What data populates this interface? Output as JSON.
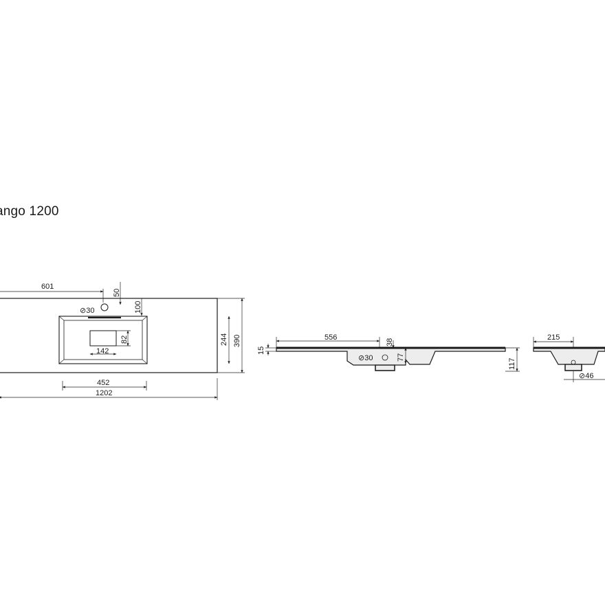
{
  "title": "ango 1200",
  "dimensions": {
    "top_width_full": "1202",
    "hole_offset": "601",
    "hole_edge": "50",
    "hole_diameter": "⊘30",
    "bowl_offset": "100",
    "bowl_depth_inner": "244",
    "overall_depth": "390",
    "drain_height": "82",
    "drain_width": "142",
    "bowl_width": "452",
    "side_556": "556",
    "side_38": "38",
    "side_30": "⊘30",
    "side_77": "77",
    "side_15": "15",
    "side_117": "117",
    "right_215": "215",
    "right_46": "⊘46"
  }
}
